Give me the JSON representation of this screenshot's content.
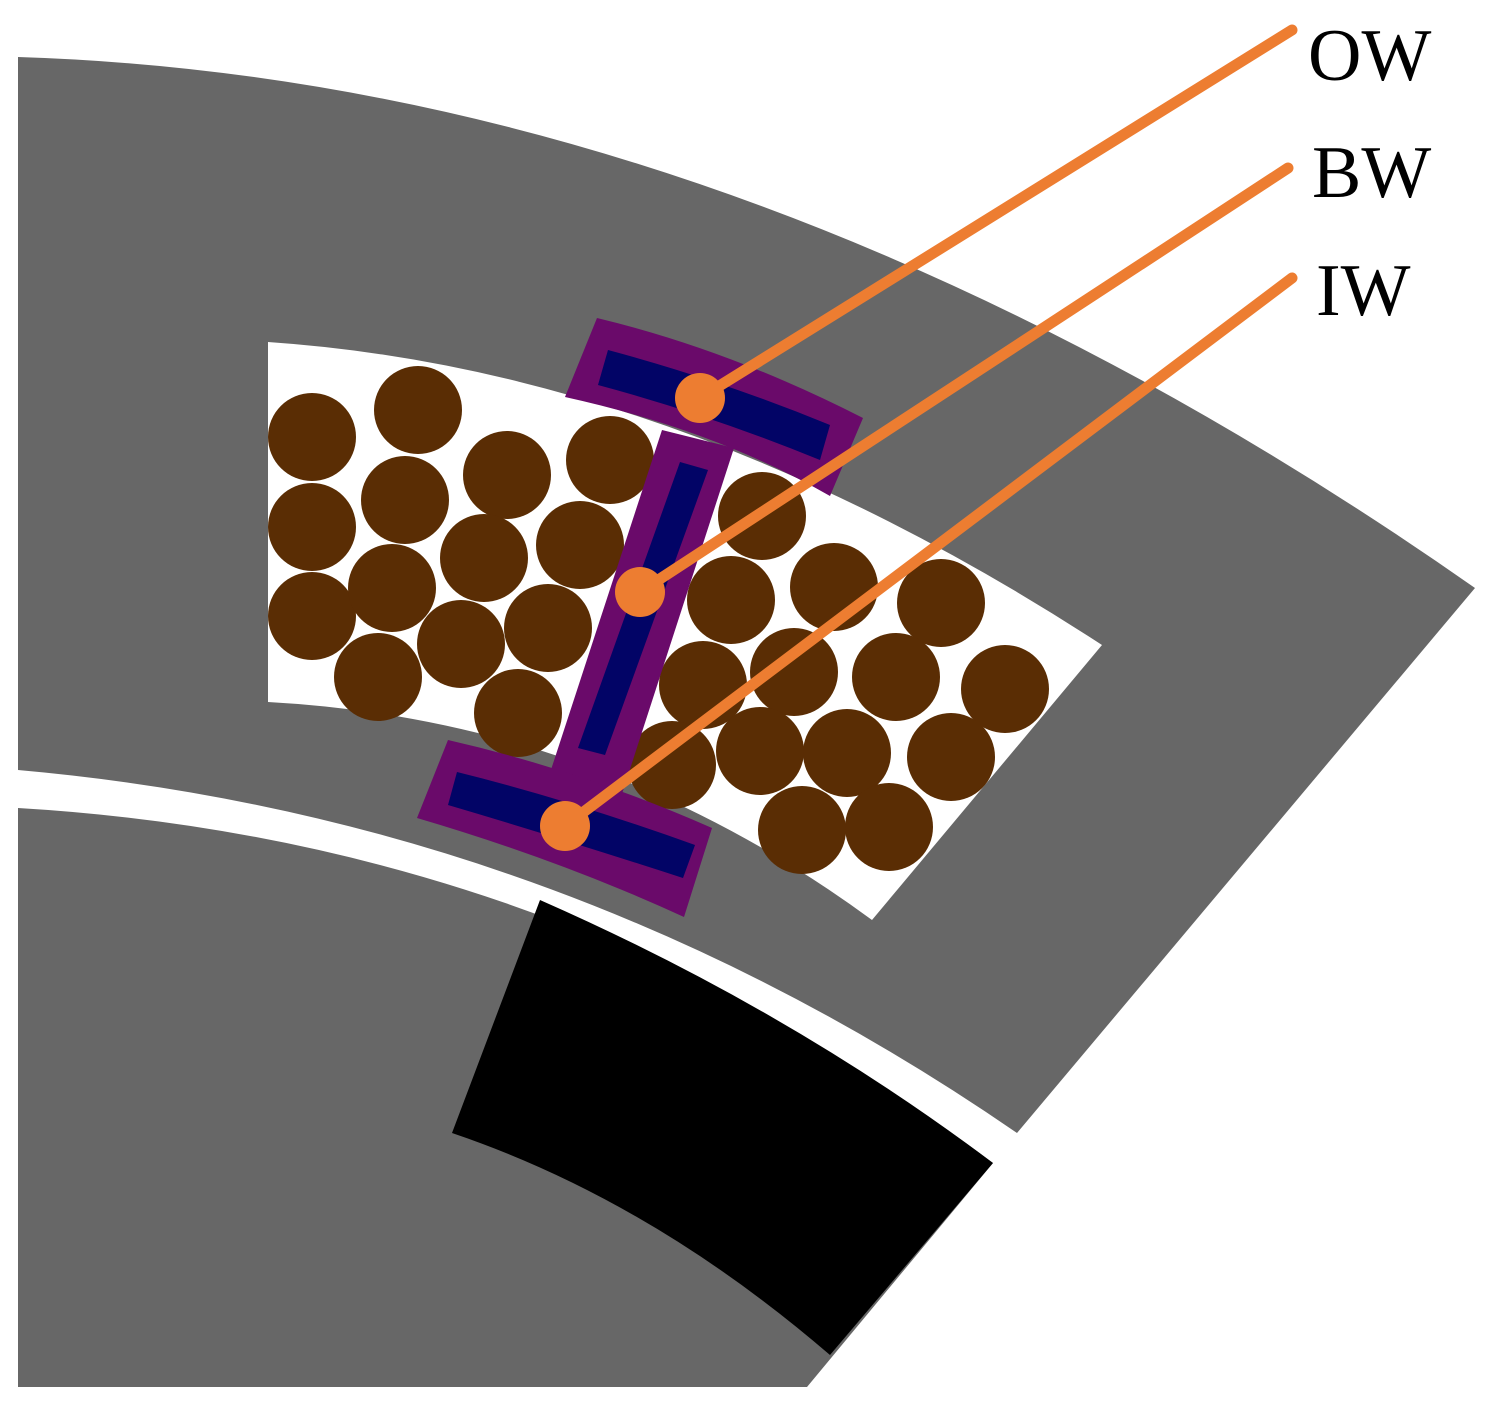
{
  "labels": {
    "outer_wedge": "OW",
    "bottom_wedge": "BW",
    "inner_wedge": "IW"
  },
  "colors": {
    "background": "#ffffff",
    "iron": "#676767",
    "magnet": "#000000",
    "slot": "#ffffff",
    "conductor": "#5a2d04",
    "wedge_outer": "#6a0a6a",
    "wedge_inner": "#020466",
    "callout": "#ed7d31",
    "text": "#000000"
  }
}
